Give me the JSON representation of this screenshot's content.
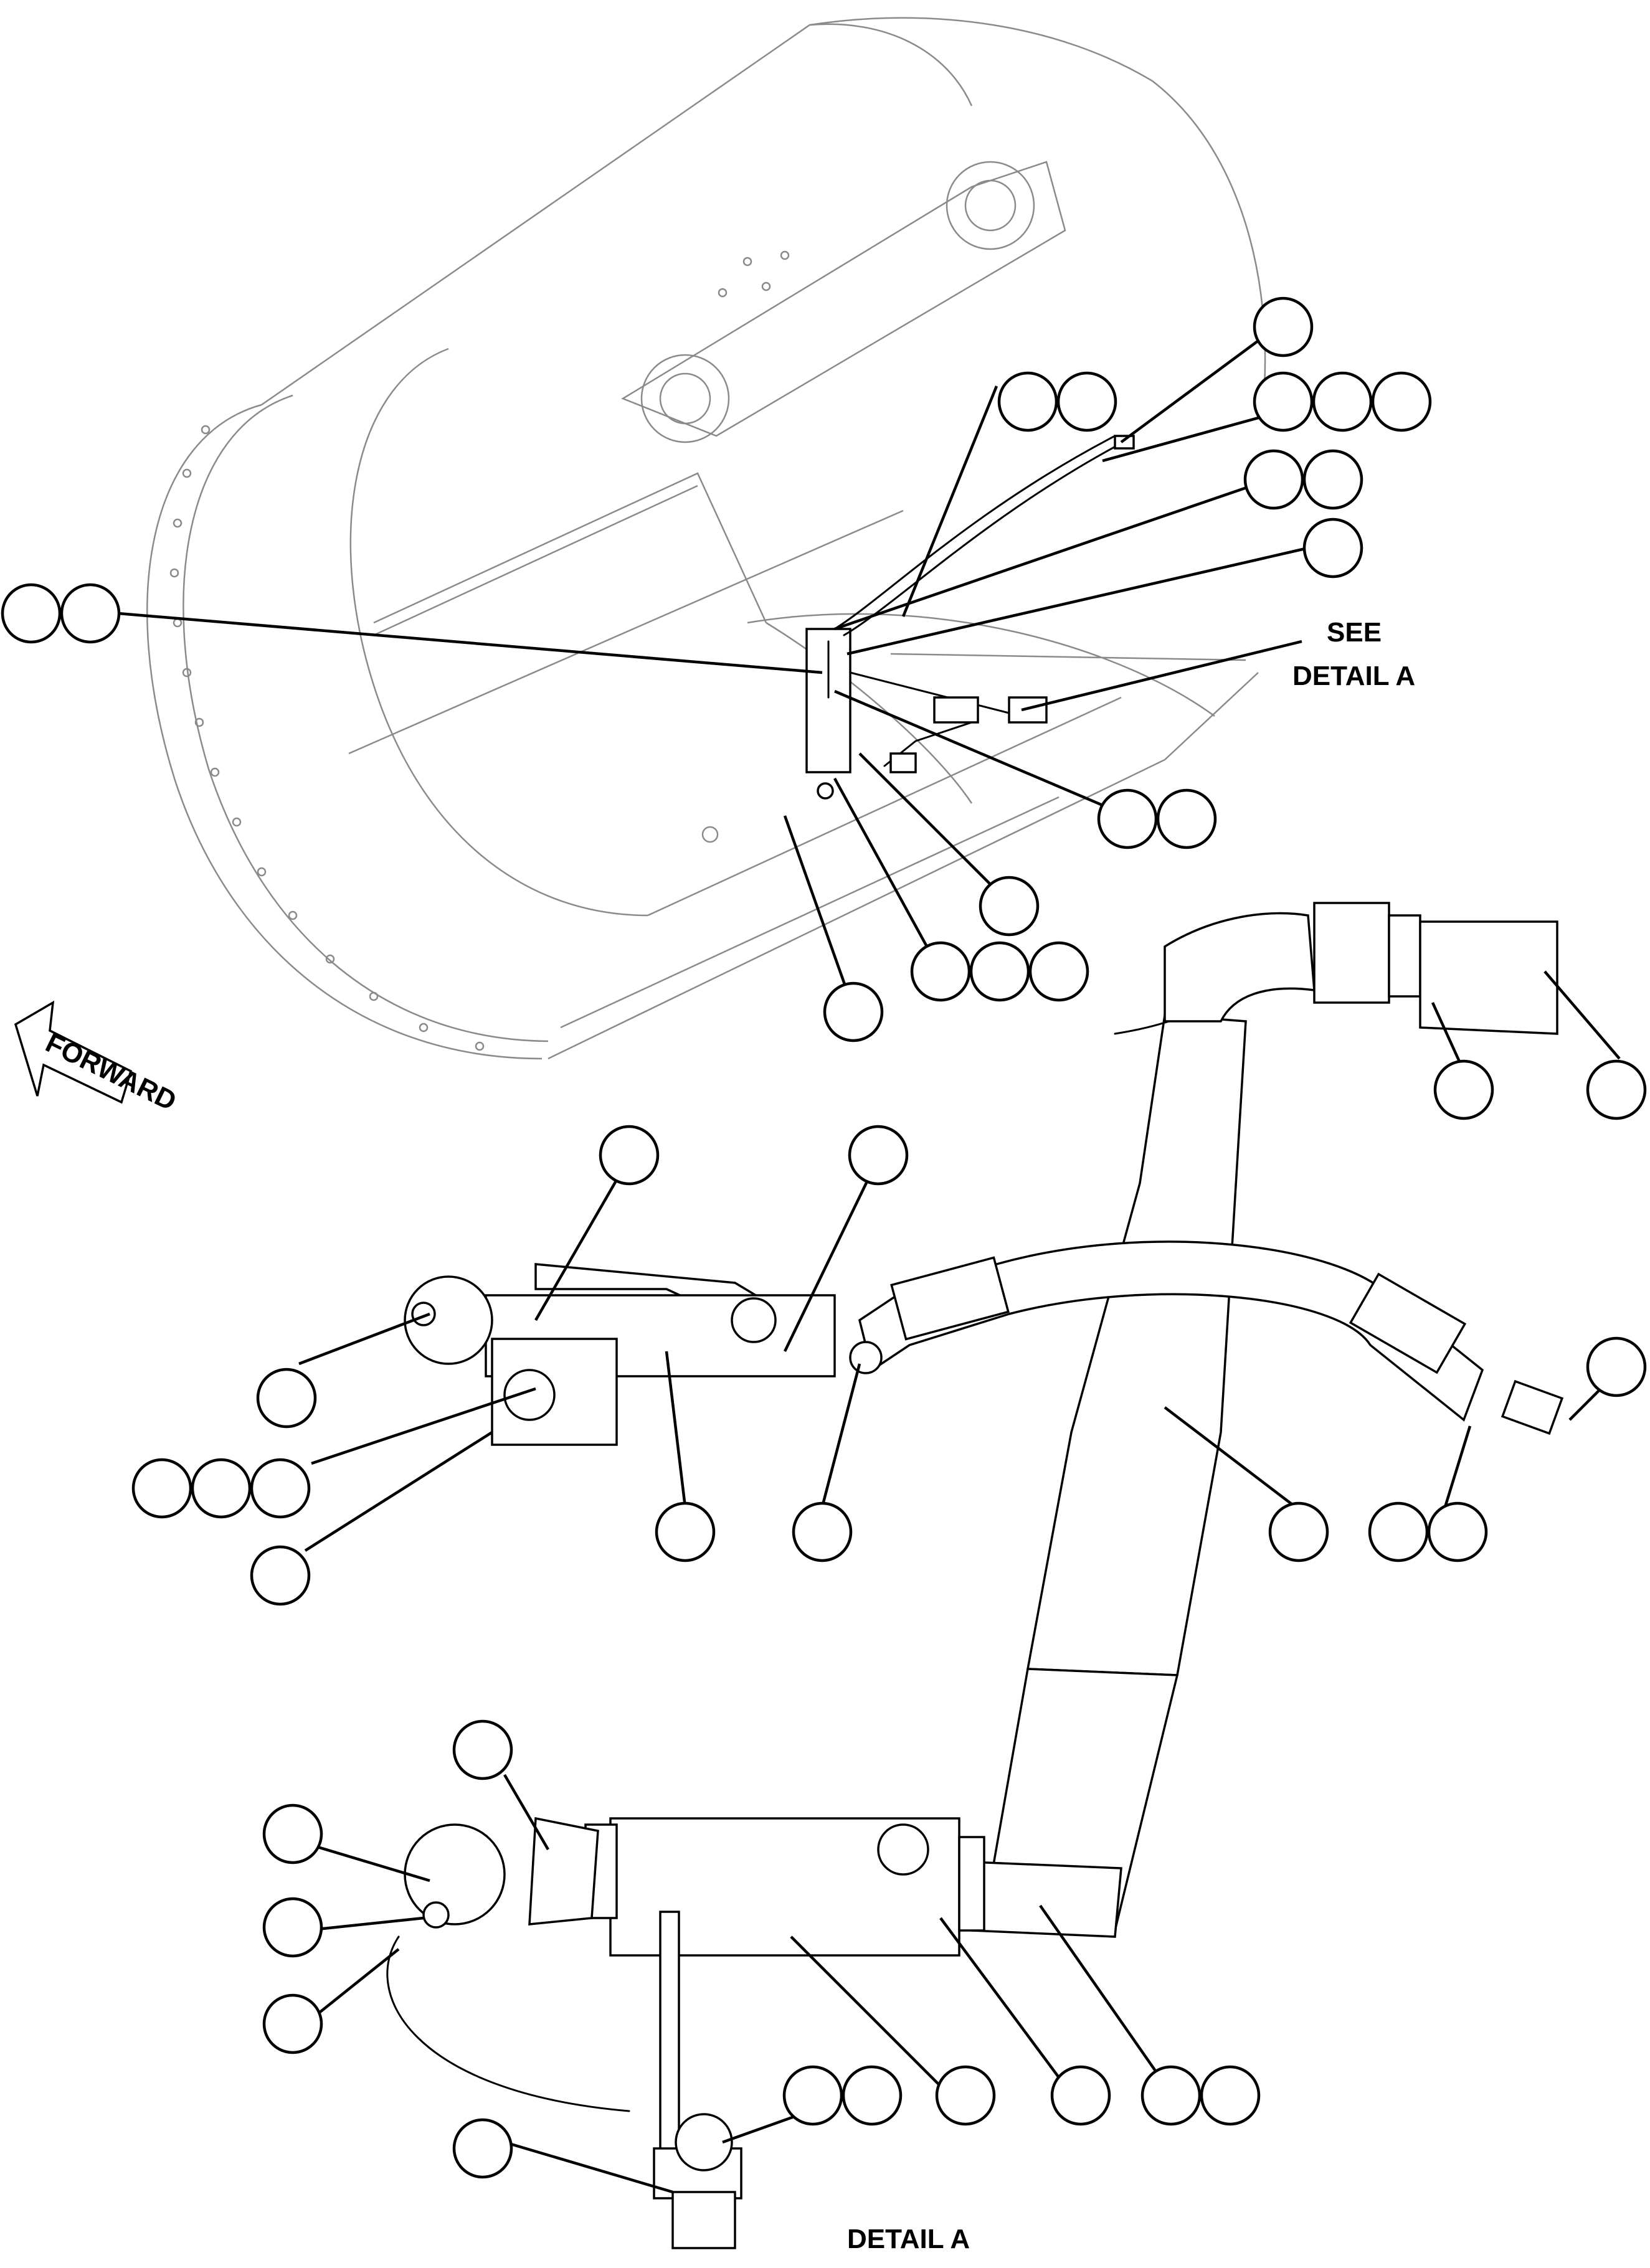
{
  "labels": {
    "see": "SEE",
    "detail_a_ref": "DETAIL A",
    "forward": "FORWARD",
    "detail_a_caption": "DETAIL A"
  }
}
